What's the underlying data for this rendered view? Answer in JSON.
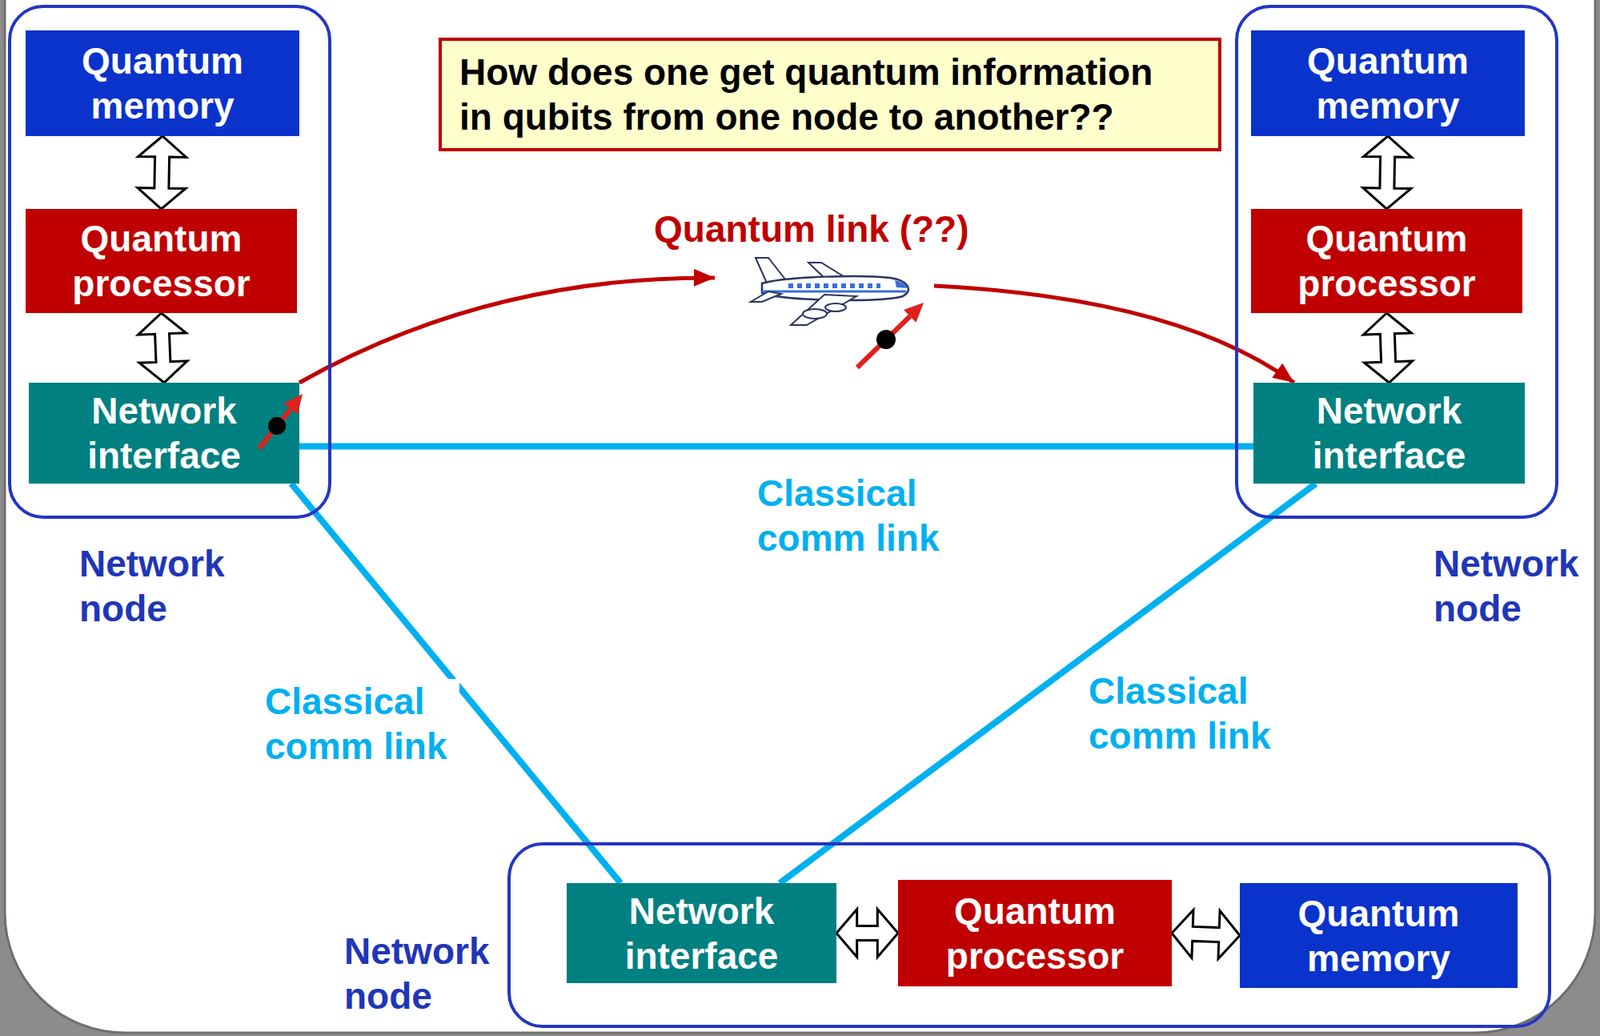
{
  "diagram": {
    "nodes": [
      {
        "text": [
          "Network node"
        ]
      },
      {
        "text": [
          "Quantum memory"
        ],
        "in": 0
      },
      {
        "text": [
          "Quantum processor"
        ],
        "in": 0
      },
      {
        "text": [
          "Network interface"
        ],
        "in": 0
      },
      {
        "text": [
          "Network node"
        ]
      },
      {
        "text": [
          "Quantum memory"
        ],
        "in": 4
      },
      {
        "text": [
          "Quantum processor"
        ],
        "in": 4
      },
      {
        "text": [
          "Network interface"
        ],
        "in": 4
      },
      {
        "text": [
          "Network node"
        ]
      },
      {
        "text": [
          "Network interface"
        ],
        "in": 8
      },
      {
        "text": [
          "Quantum processor"
        ],
        "in": 8
      },
      {
        "text": [
          "Quantum memory"
        ],
        "in": 8
      },
      {
        "text": [
          "How does one get quantum information in qubits from one node to another??"
        ]
      }
    ],
    "edges": [
      {
        "from": 1,
        "to": 2,
        "arrow": "both"
      },
      {
        "from": 2,
        "to": 3,
        "arrow": "both"
      },
      {
        "from": 5,
        "to": 6,
        "arrow": "both"
      },
      {
        "from": 6,
        "to": 7,
        "arrow": "both"
      },
      {
        "from": 9,
        "to": 10,
        "arrow": "both"
      },
      {
        "from": 10,
        "to": 11,
        "arrow": "both"
      },
      {
        "from": 3,
        "to": 7,
        "arrow": "to",
        "label": "Quantum link (??)"
      },
      {
        "from": 3,
        "to": 7,
        "arrow": "none",
        "label": "Classical comm link"
      },
      {
        "from": 3,
        "to": 9,
        "arrow": "none",
        "label": "Classical comm link"
      },
      {
        "from": 7,
        "to": 9,
        "arrow": "none",
        "label": "Classical comm link"
      }
    ]
  }
}
